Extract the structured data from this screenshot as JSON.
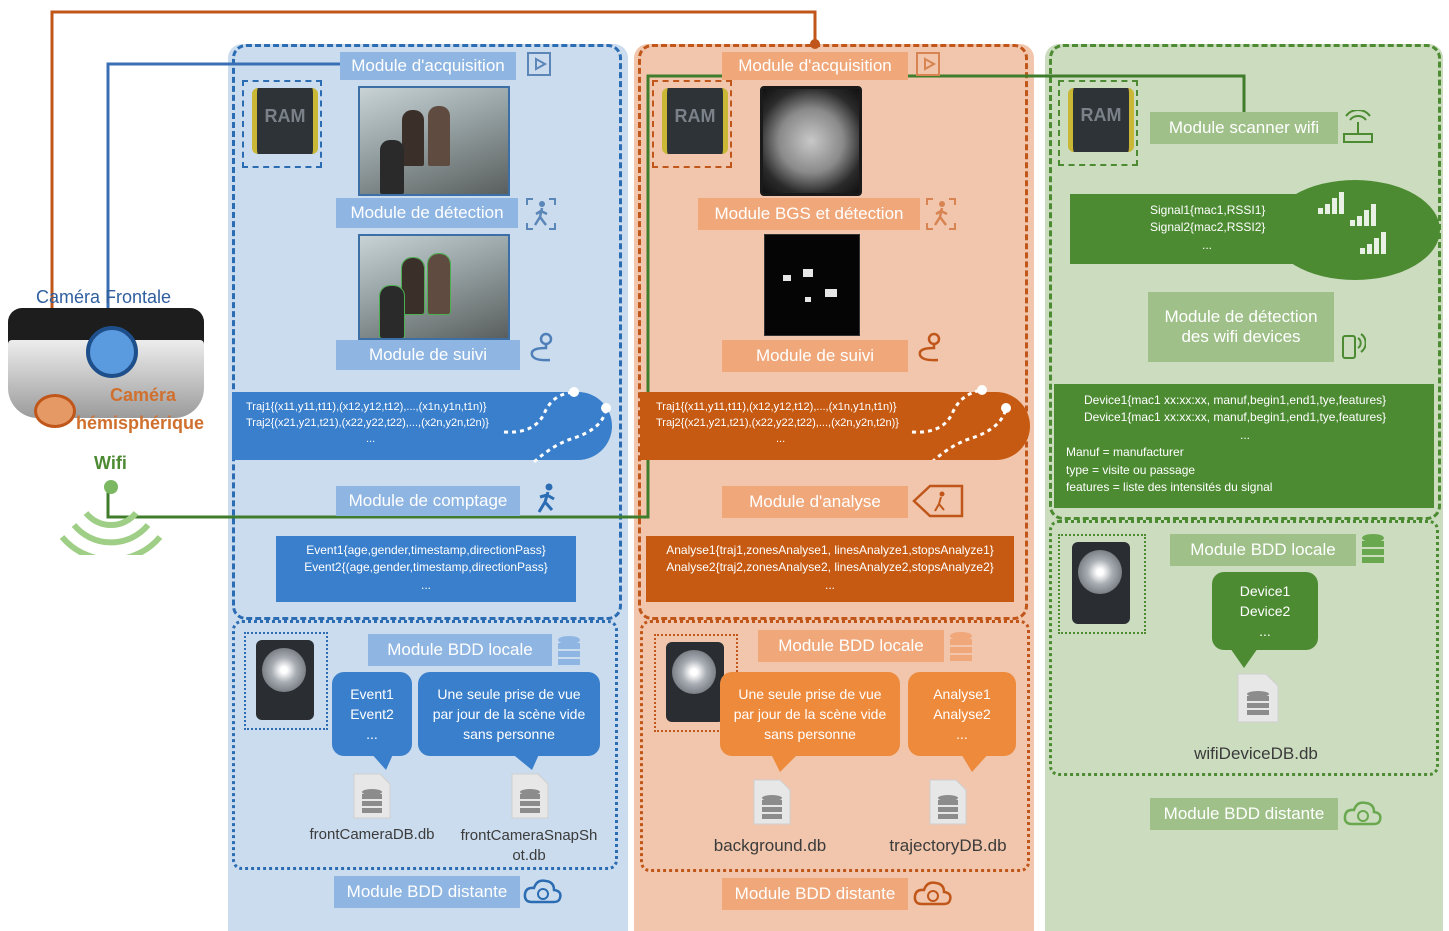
{
  "camera": {
    "frontale_label": "Caméra Frontale",
    "hemi_label_line1": "Caméra",
    "hemi_label_line2": "hémisphérique",
    "wifi_label": "Wifi"
  },
  "blue_column": {
    "acquisition": "Module d'acquisition",
    "ram": "RAM",
    "detection": "Module de détection",
    "suivi": "Module de suivi",
    "traj_line1": "Traj1{(x11,y11,t11),(x12,y12,t12),...,(x1n,y1n,t1n)}",
    "traj_line2": "Traj2{(x21,y21,t21),(x22,y22,t22),...,(x2n,y2n,t2n)}",
    "traj_more": "...",
    "comptage": "Module de comptage",
    "event_line1": "Event1{age,gender,timestamp,directionPass}",
    "event_line2": "Event2{(age,gender,timestamp,directionPass}",
    "event_more": "...",
    "bdd_locale": "Module BDD locale",
    "bubble_events_1": "Event1",
    "bubble_events_2": "Event2",
    "bubble_events_3": "...",
    "bubble_snapshot": "Une seule prise de vue par jour de la scène vide sans personne",
    "file1": "frontCameraDB.db",
    "file2": "frontCameraSnapShot.db",
    "bdd_distante": "Module BDD distante"
  },
  "orange_column": {
    "acquisition": "Module d'acquisition",
    "ram": "RAM",
    "bgs": "Module BGS et détection",
    "suivi": "Module de suivi",
    "traj_line1": "Traj1{(x11,y11,t11),(x12,y12,t12),...,(x1n,y1n,t1n)}",
    "traj_line2": "Traj2{(x21,y21,t21),(x22,y22,t22),...,(x2n,y2n,t2n)}",
    "traj_more": "...",
    "analyse": "Module d'analyse",
    "analyse_line1": "Analyse1{traj1,zonesAnalyse1, linesAnalyze1,stopsAnalyze1}",
    "analyse_line2": "Analyse2{traj2,zonesAnalyse2, linesAnalyze2,stopsAnalyze2}",
    "analyse_more": "...",
    "bdd_locale": "Module BDD locale",
    "bubble_snapshot": "Une seule prise de vue par jour de la scène vide sans personne",
    "bubble_analyse_1": "Analyse1",
    "bubble_analyse_2": "Analyse2",
    "bubble_analyse_3": "...",
    "file1": "background.db",
    "file2": "trajectoryDB.db",
    "bdd_distante": "Module BDD distante"
  },
  "green_column": {
    "ram": "RAM",
    "scanner": "Module scanner wifi",
    "signal_line1": "Signal1{mac1,RSSI1}",
    "signal_line2": "Signal2{mac2,RSSI2}",
    "signal_more": "...",
    "detection_wifi": "Module de détection des wifi devices",
    "device_line1": "Device1{mac1 xx:xx:xx, manuf,begin1,end1,tye,features}",
    "device_line2": "Device1{mac1 xx:xx:xx, manuf,begin1,end1,tye,features}",
    "device_more": "...",
    "legend_manuf": "Manuf = manufacturer",
    "legend_type": "type = visite ou passage",
    "legend_features": "features = liste des intensités du signal",
    "bdd_locale": "Module BDD locale",
    "bubble_device_1": "Device1",
    "bubble_device_2": "Device2",
    "bubble_device_3": "...",
    "file1": "wifiDeviceDB.db",
    "bdd_distante": "Module BDD distante"
  },
  "colors": {
    "blue_panel": "#cbdcee",
    "orange_panel": "#f1c6ac",
    "green_panel": "#cbdcbf",
    "blue_line": "#3a6fb5",
    "orange_line": "#c0561a",
    "green_line": "#3f7d2c"
  },
  "icons": [
    "play-icon",
    "walking-person-icon",
    "route-icon",
    "running-person-icon",
    "direction-sign-icon",
    "database-icon",
    "cloud-sync-icon",
    "wifi-router-icon",
    "phone-signal-icon",
    "hard-drive-icon",
    "ram-chip-icon",
    "file-database-icon"
  ]
}
